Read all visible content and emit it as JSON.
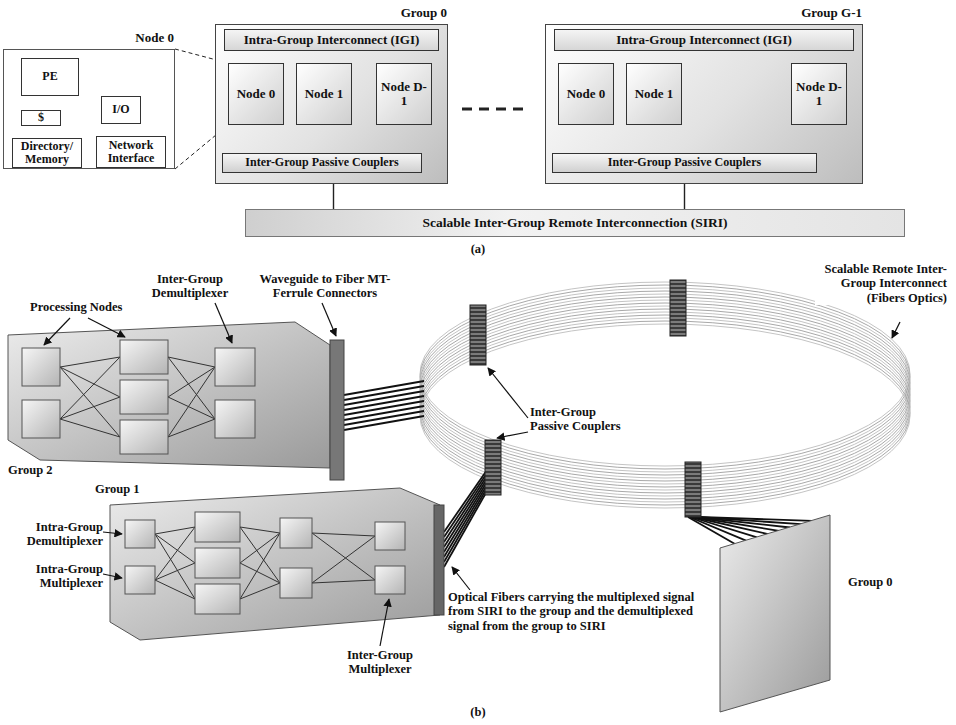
{
  "diagram": {
    "nodes": [
      {
        "text": [
          "Node 0"
        ]
      },
      {
        "text": [
          "PE"
        ],
        "in": 0
      },
      {
        "text": [
          "$"
        ],
        "in": 0
      },
      {
        "text": [
          "I/O"
        ],
        "in": 0
      },
      {
        "text": [
          "Directory/ Memory"
        ],
        "in": 0
      },
      {
        "text": [
          "Network Interface"
        ],
        "in": 0
      },
      {
        "text": [
          "Group 0"
        ]
      },
      {
        "text": [
          "Intra-Group Interconnect (IGI)"
        ],
        "in": 6
      },
      {
        "text": [
          "Node 0"
        ],
        "in": 6
      },
      {
        "text": [
          "Node 1"
        ],
        "in": 6
      },
      {
        "text": [
          "Node D-1"
        ],
        "in": 6
      },
      {
        "text": [
          "Inter-Group Passive Couplers"
        ],
        "in": 6
      },
      {
        "text": [
          "Group G-1"
        ]
      },
      {
        "text": [
          "Intra-Group Interconnect (IGI)"
        ],
        "in": 12
      },
      {
        "text": [
          "Node 0"
        ],
        "in": 12
      },
      {
        "text": [
          "Node 1"
        ],
        "in": 12
      },
      {
        "text": [
          "Node D-1"
        ],
        "in": 12
      },
      {
        "text": [
          "Inter-Group Passive Couplers"
        ],
        "in": 12
      },
      {
        "text": [
          "Scalable Inter-Group Remote Interconnection (SIRI)"
        ]
      }
    ],
    "edges": [
      {
        "from": 1,
        "to": 2,
        "arrow": "none"
      },
      {
        "from": 2,
        "to": 4,
        "arrow": "none"
      },
      {
        "from": 3,
        "to": 4,
        "arrow": "none"
      },
      {
        "from": 4,
        "to": 5,
        "arrow": "none"
      },
      {
        "from": 0,
        "to": 8,
        "arrow": "none"
      },
      {
        "from": 7,
        "to": 8,
        "arrow": "none"
      },
      {
        "from": 7,
        "to": 9,
        "arrow": "none"
      },
      {
        "from": 7,
        "to": 10,
        "arrow": "none"
      },
      {
        "from": 8,
        "to": 11,
        "arrow": "none"
      },
      {
        "from": 9,
        "to": 11,
        "arrow": "none"
      },
      {
        "from": 10,
        "to": 11,
        "arrow": "none"
      },
      {
        "from": 11,
        "to": 18,
        "arrow": "none"
      },
      {
        "from": 13,
        "to": 14,
        "arrow": "none"
      },
      {
        "from": 13,
        "to": 15,
        "arrow": "none"
      },
      {
        "from": 13,
        "to": 16,
        "arrow": "none"
      },
      {
        "from": 14,
        "to": 17,
        "arrow": "none"
      },
      {
        "from": 15,
        "to": 17,
        "arrow": "none"
      },
      {
        "from": 16,
        "to": 17,
        "arrow": "none"
      },
      {
        "from": 17,
        "to": 18,
        "arrow": "none"
      }
    ],
    "labels": [
      "(a)",
      "Inter-Group Demultiplexer",
      "Waveguide to Fiber MT-Ferrule Connectors",
      "Scalable Remote Inter-Group Interconnect (Fibers Optics)",
      "Processing Nodes",
      "Inter-Group Passive Couplers",
      "Group 2",
      "Group 1",
      "Intra-Group Demultiplexer",
      "Intra-Group Multiplexer",
      "Inter-Group Multiplexer",
      "Optical Fibers carrying the multiplexed signal from SIRI to the group and the demultiplexed signal from the group to SIRI",
      "Group 0",
      "(b)"
    ]
  }
}
